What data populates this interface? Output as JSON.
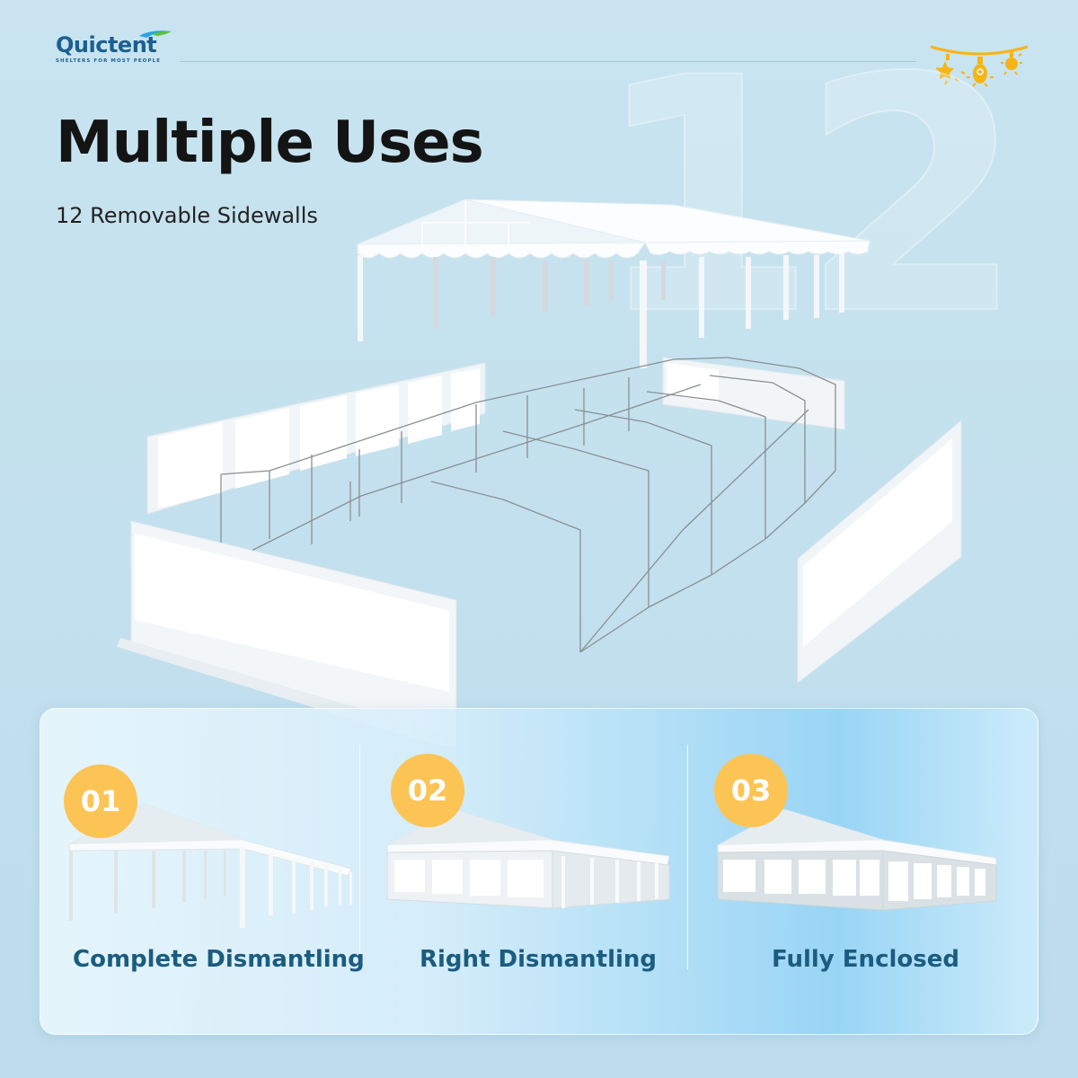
{
  "brand": {
    "name": "Quictent",
    "tagline": "SHELTERS FOR MOST PEOPLE"
  },
  "header": {
    "title": "Multiple Uses",
    "subtitle": "12 Removable Sidewalls",
    "background_numeral": "12"
  },
  "icons": {
    "decoration": "string-lights-icon"
  },
  "colors": {
    "brand_blue": "#1c5f8f",
    "badge_yellow": "#fcc455",
    "label_blue": "#1b5c80",
    "title": "#141414"
  },
  "modes": [
    {
      "number": "01",
      "label": "Complete Dismantling",
      "state": "open"
    },
    {
      "number": "02",
      "label": "Right Dismantling",
      "state": "partial"
    },
    {
      "number": "03",
      "label": "Fully Enclosed",
      "state": "enclosed"
    }
  ]
}
